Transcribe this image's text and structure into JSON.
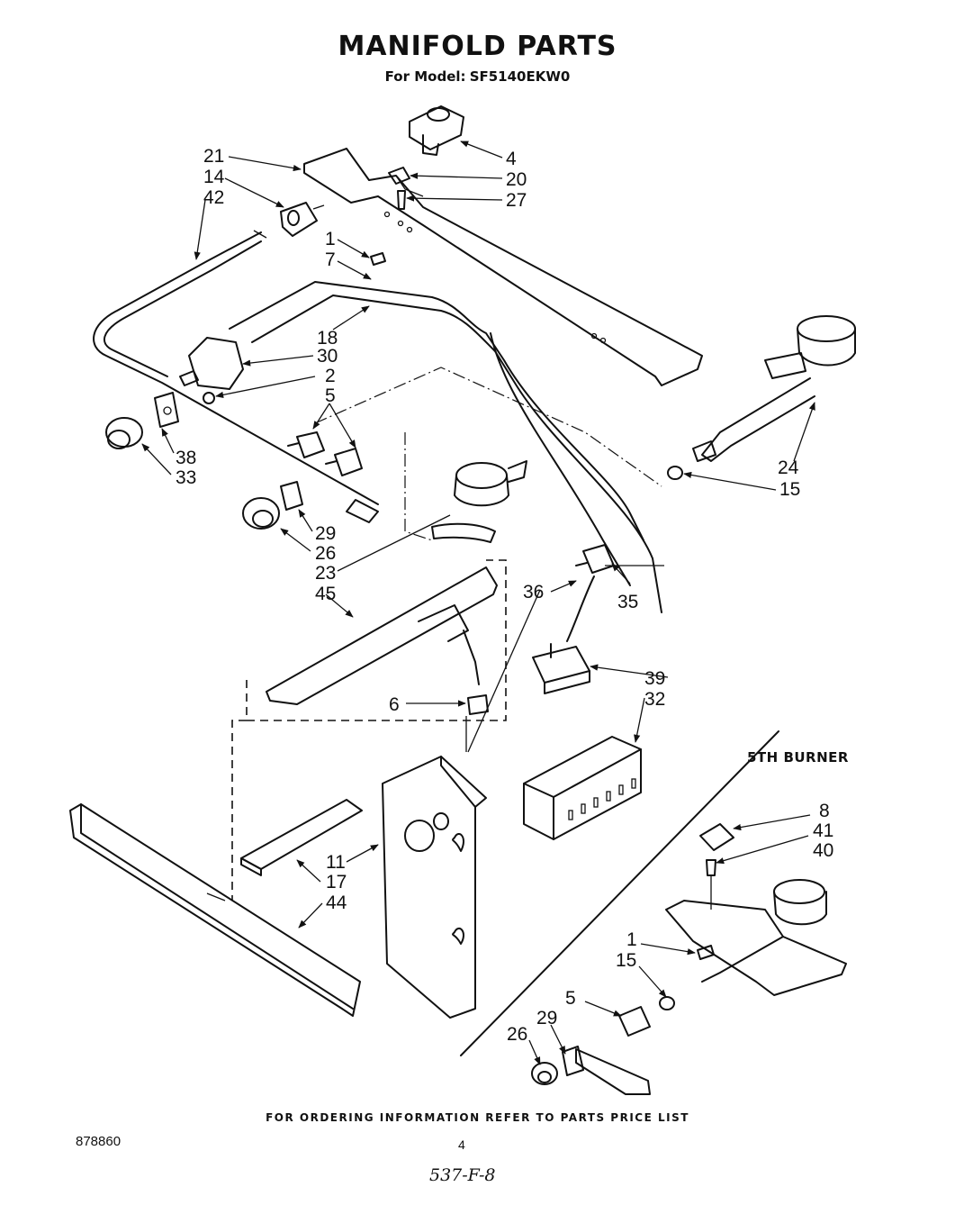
{
  "title": "MANIFOLD PARTS",
  "model_prefix": "For Model:",
  "model_number": "SF5140EKW0",
  "section_label": "5TH BURNER",
  "footer": "FOR ORDERING INFORMATION REFER TO PARTS PRICE LIST",
  "doc_number": "878860",
  "page_number": "4",
  "handwritten_note": "537-F-8",
  "callouts": {
    "c4": "4",
    "c20": "20",
    "c27": "27",
    "c21": "21",
    "c14": "14",
    "c42": "42",
    "c1a": "1",
    "c7": "7",
    "c18": "18",
    "c30": "30",
    "c2": "2",
    "c5a": "5",
    "c38": "38",
    "c33": "33",
    "c29a": "29",
    "c26a": "26",
    "c23": "23",
    "c45": "45",
    "c24": "24",
    "c15a": "15",
    "c36": "36",
    "c35": "35",
    "c39": "39",
    "c32": "32",
    "c6": "6",
    "c11": "11",
    "c17": "17",
    "c44": "44",
    "c8": "8",
    "c41": "41",
    "c40": "40",
    "c1b": "1",
    "c15b": "15",
    "c5b": "5",
    "c29b": "29",
    "c26b": "26"
  }
}
